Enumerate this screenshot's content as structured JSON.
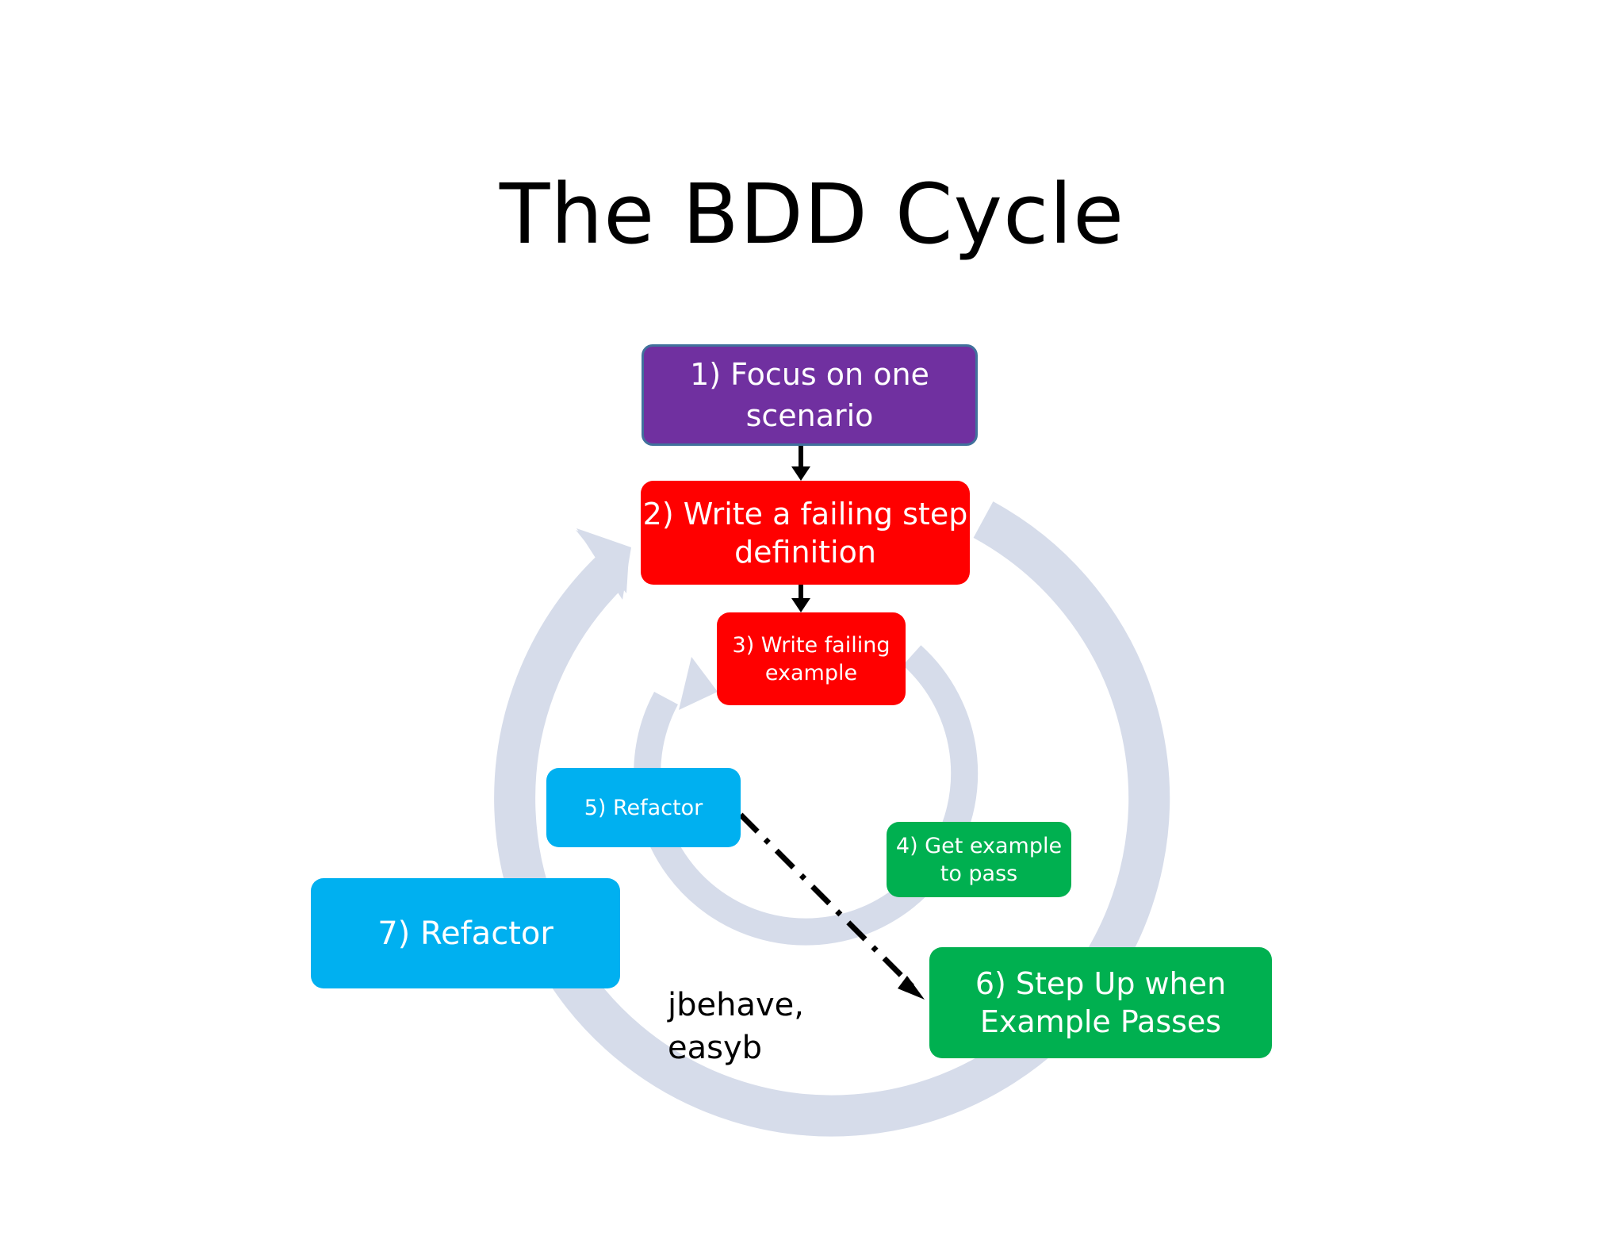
{
  "title": "The BDD Cycle",
  "colors": {
    "purple": "#7030a0",
    "red": "#ff0000",
    "green": "#00b050",
    "blue": "#00b0f0",
    "cycle_arrow": "#d6dcea",
    "outline": "#41719c"
  },
  "steps": {
    "s1": {
      "line1": "1) Focus on one",
      "line2": "scenario"
    },
    "s2": {
      "line1": "2) Write a failing step",
      "line2": "definition"
    },
    "s3": {
      "line1": "3) Write failing",
      "line2": "example"
    },
    "s4": {
      "line1": "4) Get example",
      "line2": "to pass"
    },
    "s5": {
      "line1": "5) Refactor"
    },
    "s6": {
      "line1": "6) Step Up when",
      "line2": "Example Passes"
    },
    "s7": {
      "line1": "7) Refactor"
    }
  },
  "tools": {
    "line1": "jbehave,",
    "line2": "easyb"
  },
  "icons": {
    "outer_cycle": "circular-arrow-icon",
    "inner_cycle": "circular-arrow-icon",
    "down_arrow": "arrow-down-icon",
    "dashed_arrow": "dash-dot-arrow-icon"
  }
}
